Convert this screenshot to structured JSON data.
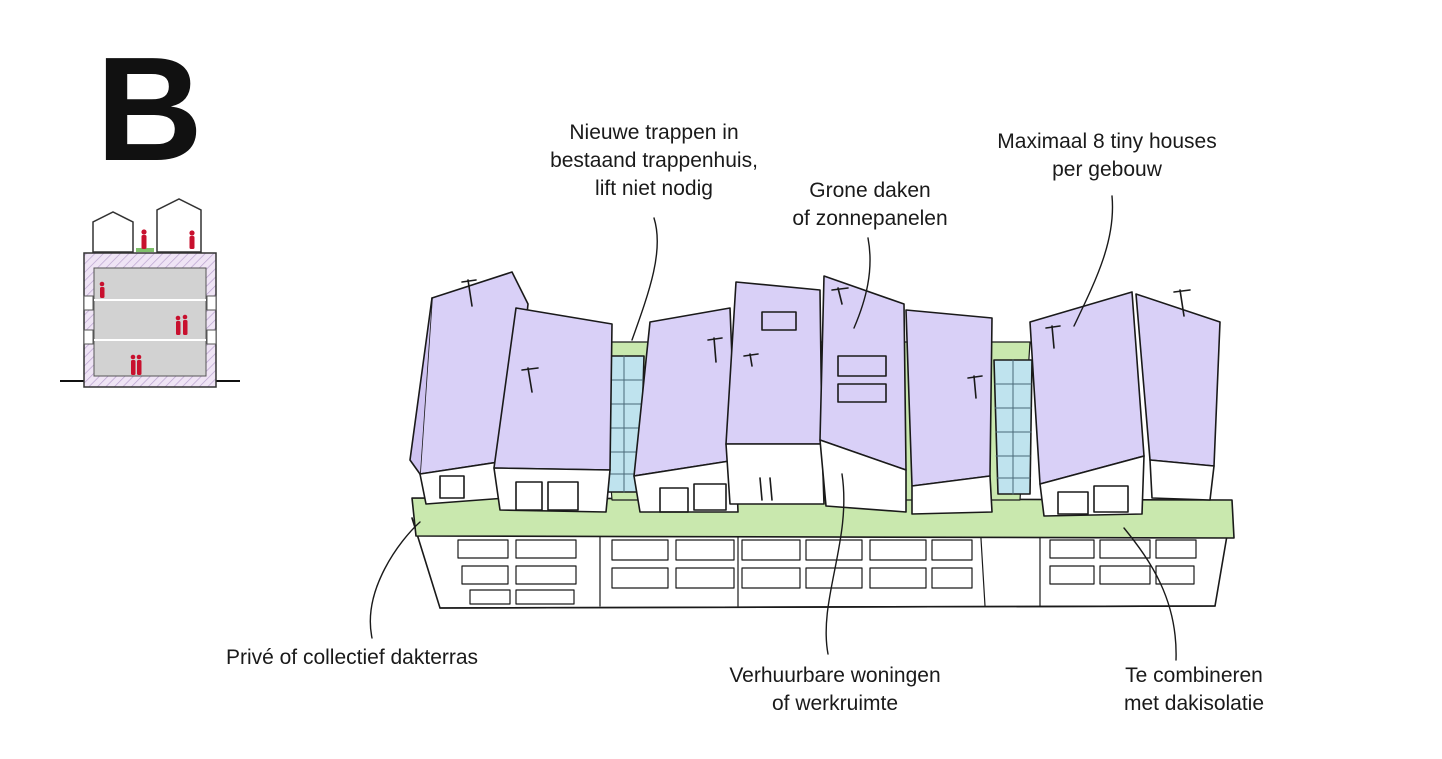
{
  "scheme": {
    "letter": "B"
  },
  "annotations": [
    {
      "id": "stairs",
      "lines": [
        "Nieuwe trappen in",
        "bestaand trappenhuis,",
        "lift niet nodig"
      ]
    },
    {
      "id": "green-roofs",
      "lines": [
        "Grone daken",
        "of zonnepanelen"
      ]
    },
    {
      "id": "tiny-houses",
      "lines": [
        "Maximaal 8 tiny houses",
        "per gebouw"
      ]
    },
    {
      "id": "roof-terrace",
      "lines": [
        "Privé of collectief dakterras"
      ]
    },
    {
      "id": "rentable",
      "lines": [
        "Verhuurbare woningen",
        "of werkruimte"
      ]
    },
    {
      "id": "insulation",
      "lines": [
        "Te combineren",
        "met dakisolatie"
      ]
    }
  ],
  "colors": {
    "ink": "#1a1a1a",
    "unit_fill": "#d9d0f7",
    "roof_green": "#c9e8ae",
    "glass": "#bfe3ee",
    "section_hatch": "#e6d6ef",
    "section_floor": "#d2d2d2",
    "people": "#c8102e"
  }
}
